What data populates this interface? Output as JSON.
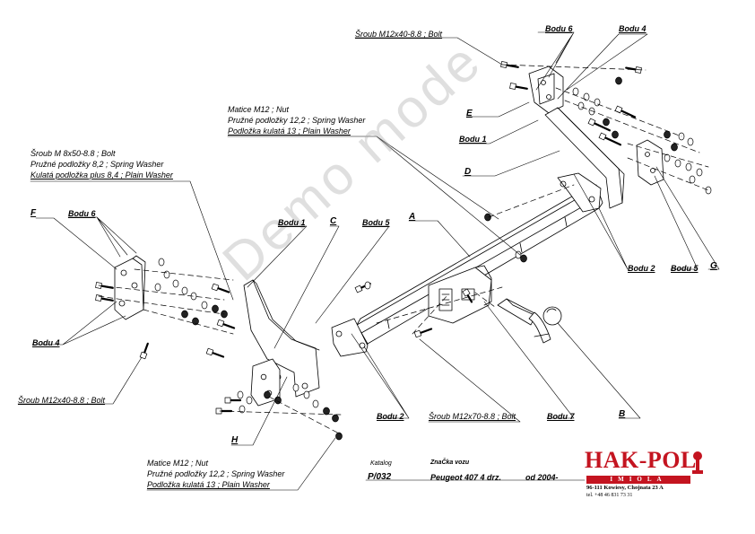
{
  "labels": {
    "bolt_top": "Šroub M12x40-8.8 ;  Bolt",
    "bodu6_top": "Bodu 6",
    "bodu4_top": "Bodu 4",
    "letter_e": "E",
    "bodu1_right": "Bodu 1",
    "letter_d": "D",
    "nut_top_1": "Matice  M12 ; Nut",
    "nut_top_2": "Pružné podložky 12,2 ; Spring Washer",
    "nut_top_3": "Podložka kulatá 13 ; Plain Washer",
    "bolt8_1": "Šroub M 8x50-8.8 ;  Bolt",
    "bolt8_2": "Pružné podložky  8,2 ; Spring Washer",
    "bolt8_3": " Kulatá podložka plus 8,4 ; Plain Washer",
    "letter_f": "F",
    "bodu6_left": "Bodu 6",
    "bodu1_mid": "Bodu 1",
    "letter_c": "C",
    "bodu5_mid": "Bodu 5",
    "letter_a": "A",
    "bodu4_left": "Bodu 4",
    "bolt_left": "Šroub M12x40-8.8 ;  Bolt",
    "bodu2_right": "Bodu 2",
    "bodu5_right": "Bodu 5",
    "letter_g": "G",
    "letter_h": "H",
    "bodu2_bottom": "Bodu 2",
    "bolt70": "Šroub M12x70-8.8 ;  Bolt",
    "bodu7": "Bodu 7",
    "letter_b": "B",
    "nut_bot_1": "Matice  M12 ; Nut",
    "nut_bot_2": "Pružné podložky 12,2 ; Spring Washer",
    "nut_bot_3": "Podložka kulatá 13 ; Plain Washer"
  },
  "titleblock": {
    "katalog_label": "Katalog",
    "katalog_value": "P/032",
    "znacka_label": "ZnaČka vozu",
    "model": "Peugeot 407 4 drz.",
    "year": "od 2004-"
  },
  "logo": {
    "name": "HAK-POL",
    "strap": "IMIOLA",
    "address": "96-111 Kowiesy, Chojnata 23 A",
    "tel": "tel. +48 46 831 73 31",
    "icon": "tow-ball-icon"
  },
  "watermark": "Demo mode",
  "colors": {
    "brand": "#c41420",
    "line": "#000000",
    "watermark": "#aaaaaa"
  }
}
